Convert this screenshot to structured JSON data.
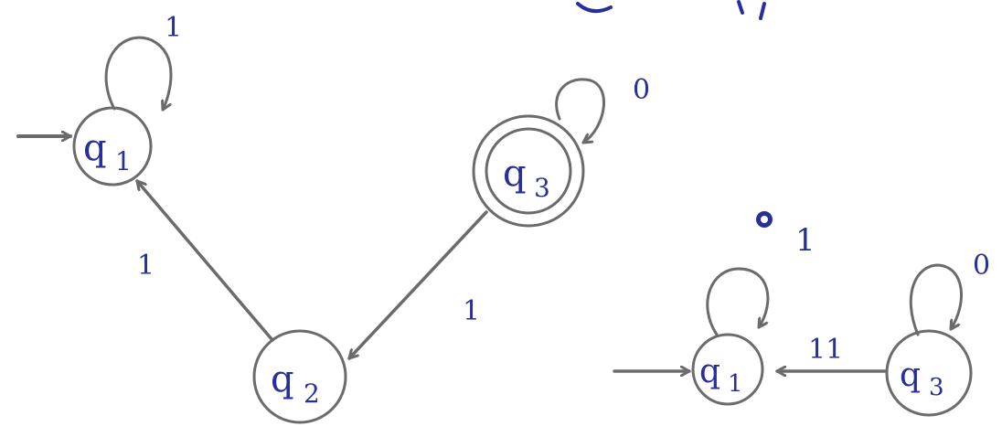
{
  "colors": {
    "pencil": "#6b6b6b",
    "ink": "#27309a",
    "background": "#ffffff"
  },
  "diagram_1": {
    "states": [
      {
        "id": "q1",
        "label": "q",
        "sub": "1",
        "start": true,
        "accept": false
      },
      {
        "id": "q2",
        "label": "q",
        "sub": "2",
        "start": false,
        "accept": false
      },
      {
        "id": "q3",
        "label": "q",
        "sub": "3",
        "start": false,
        "accept": true
      }
    ],
    "transitions": [
      {
        "from": "q1",
        "to": "q1",
        "label": "1"
      },
      {
        "from": "q3",
        "to": "q3",
        "label": "0"
      },
      {
        "from": "q2",
        "to": "q1",
        "label": "1"
      },
      {
        "from": "q3",
        "to": "q2",
        "label": "1"
      }
    ]
  },
  "diagram_2": {
    "states": [
      {
        "id": "q1",
        "label": "q",
        "sub": "1",
        "start": true,
        "accept": false
      },
      {
        "id": "q3",
        "label": "q",
        "sub": "3",
        "start": false,
        "accept": false
      }
    ],
    "transitions": [
      {
        "from": "q1",
        "to": "q1",
        "label": "1"
      },
      {
        "from": "q3",
        "to": "q3",
        "label": "0"
      },
      {
        "from": "q3",
        "to": "q1",
        "label": "11"
      }
    ]
  }
}
